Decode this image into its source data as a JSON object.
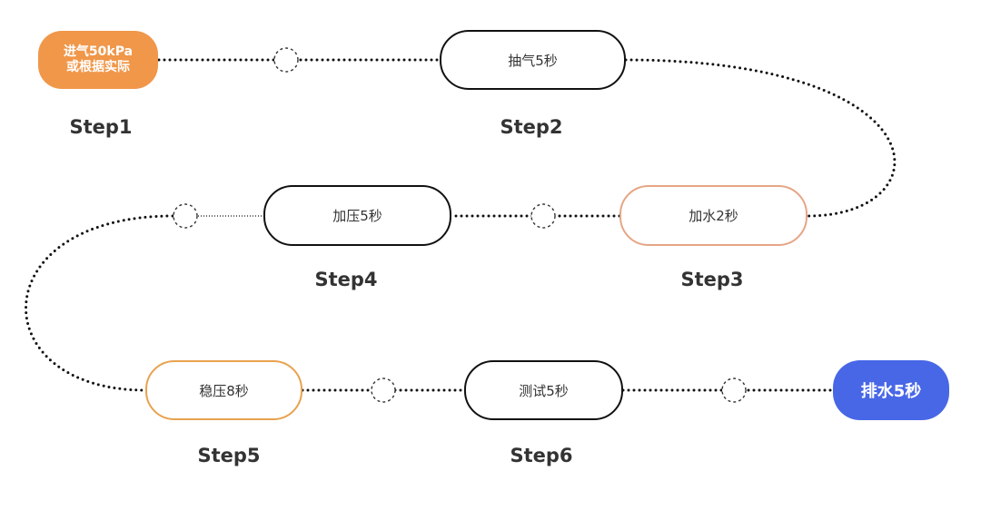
{
  "start": {
    "line1": "进气50kPa",
    "line2": "或根据实际"
  },
  "nodes": {
    "step2_box": "抽气5秒",
    "step3_box": "加水2秒",
    "step4_box": "加压5秒",
    "step5_box": "稳压8秒",
    "step6_box": "测试5秒",
    "end_box": "排水5秒"
  },
  "labels": {
    "step1": "Step1",
    "step2": "Step2",
    "step3": "Step3",
    "step4": "Step4",
    "step5": "Step5",
    "step6": "Step6"
  },
  "colors": {
    "start_fill": "#f0974a",
    "end_fill": "#4867e6",
    "dark_border": "#111111",
    "peach_border": "#e6a585",
    "orange_border": "#e8a24f",
    "label_text": "#333333"
  }
}
